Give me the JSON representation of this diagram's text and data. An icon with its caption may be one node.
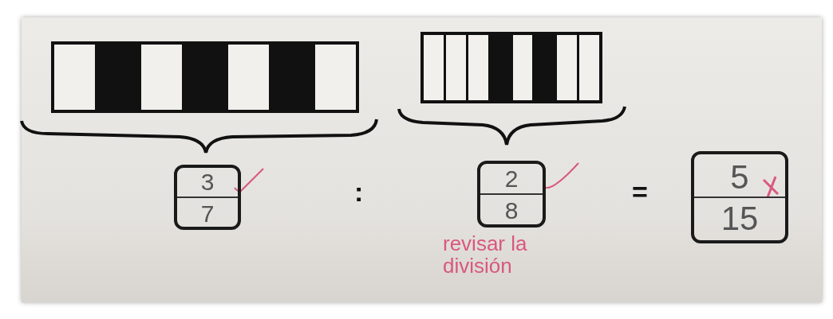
{
  "diagram": {
    "nodes": [
      {
        "text": [],
        "shape": "bar"
      },
      {
        "text": [],
        "shape": "bar"
      },
      {
        "text": [
          "3",
          "7"
        ]
      },
      {
        "text": [
          "2",
          "8"
        ]
      },
      {
        "text": [
          "5",
          "15"
        ]
      }
    ],
    "labels": [
      ":",
      "=",
      "revisar la división"
    ]
  }
}
